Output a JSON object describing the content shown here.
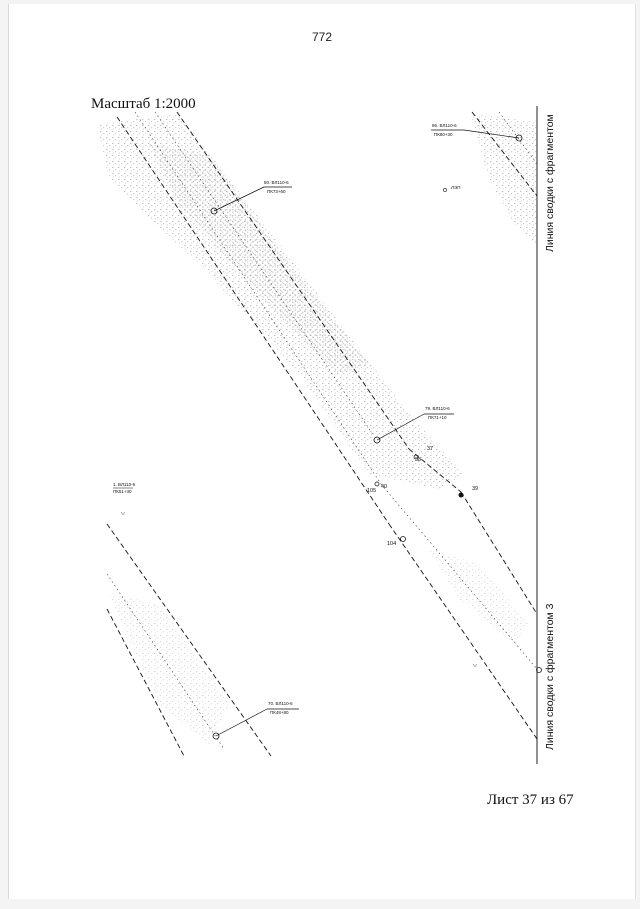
{
  "document": {
    "page_number": "772",
    "scale": "Масштаб 1:2000",
    "sheet": "Лист 37 из 67"
  },
  "drawing": {
    "match_line_top": "Линия сводки с фрагментом",
    "match_line_bottom": "Линия сводки с фрагментом 3",
    "labels": {
      "pole_80_name": "80. ВЛ110-6",
      "pole_80_pk": "ПК73+60",
      "pole_86_name": "86. ВЛ110-6",
      "pole_86_pk": "ПК80+30",
      "pole_79_name": "79. ВЛ110-6",
      "pole_79_pk": "ПК71+10",
      "pole_1_name": "1. ВЛ110-6",
      "pole_1_pk": "ПК51+30",
      "pole_70_name": "70. ВЛ110-6",
      "pole_70_pk": "ПК48+80",
      "mark_road": "ЛЭП",
      "mark_37": "37",
      "mark_38": "38",
      "mark_39": "39",
      "mark_105": "105",
      "mark_104": "104",
      "mark_40": "40"
    }
  }
}
